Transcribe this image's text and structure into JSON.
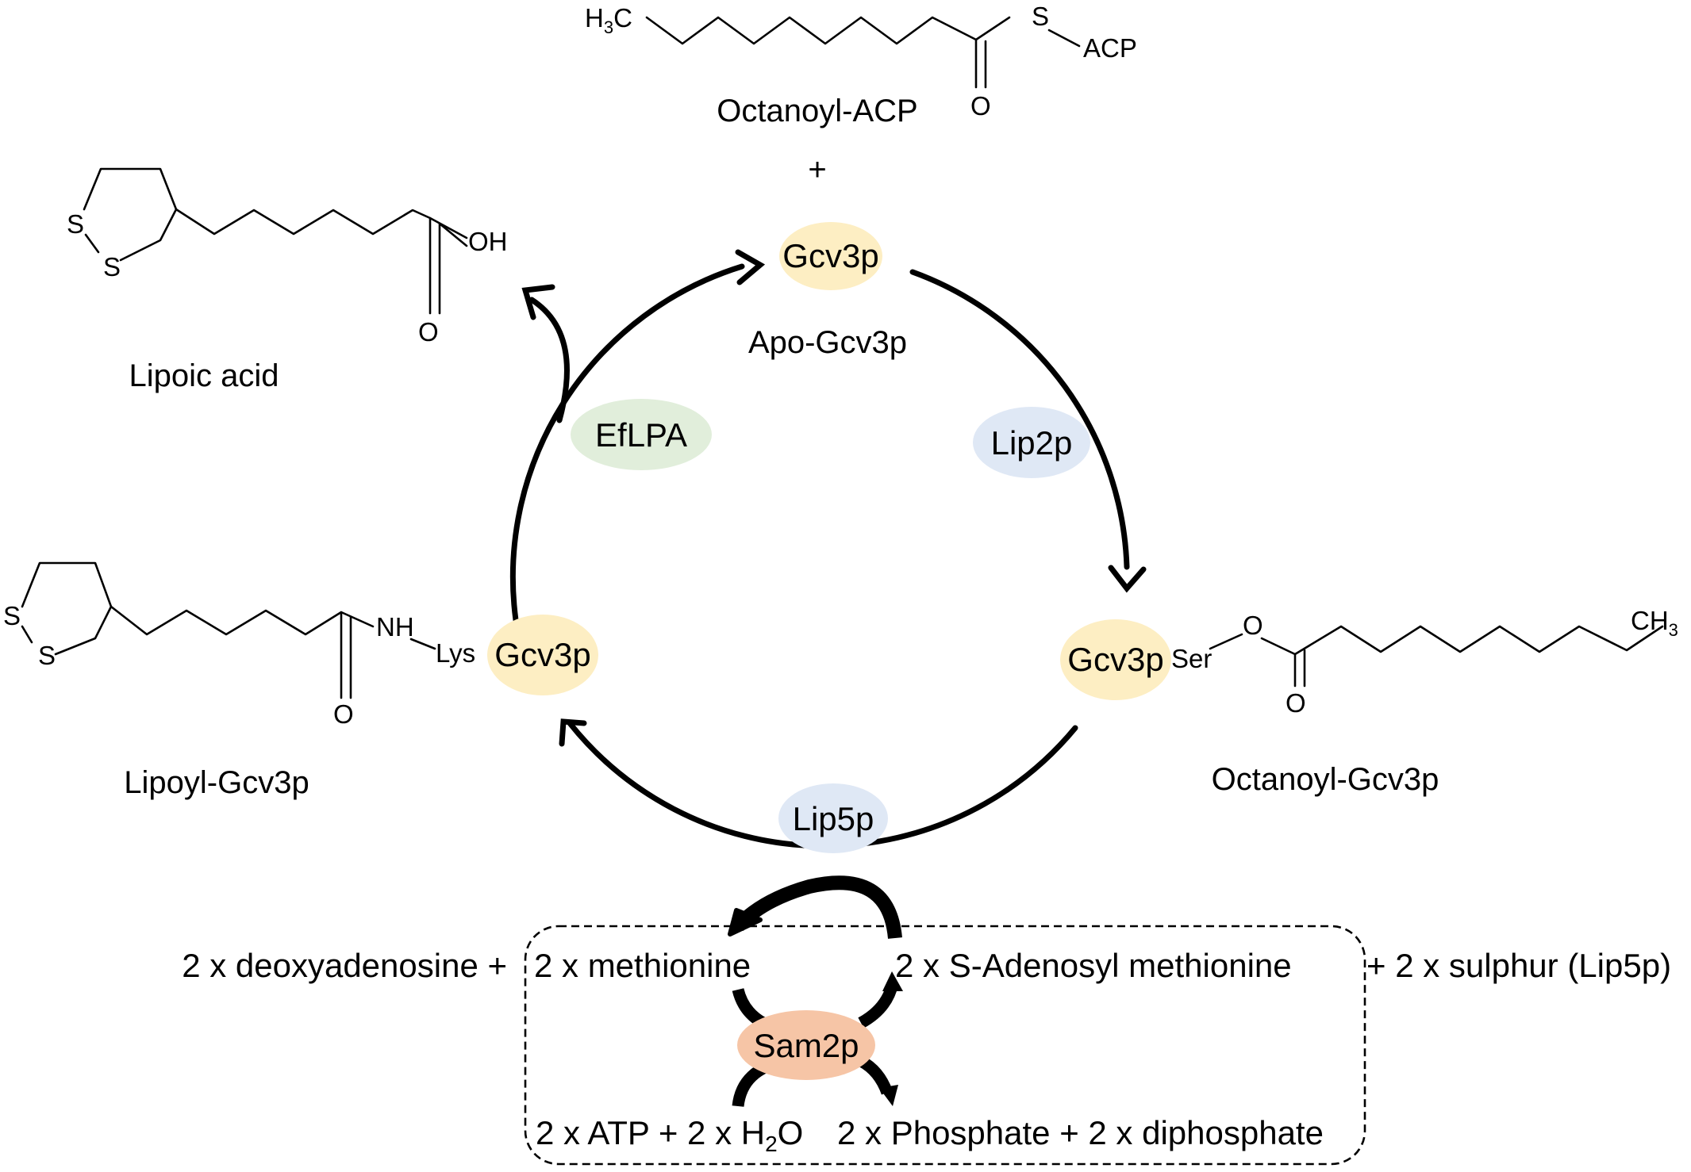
{
  "compounds": {
    "octanoyl_acp": "Octanoyl-ACP",
    "plus_top": "+",
    "apo_gcv3p": "Apo-Gcv3p",
    "lipoic_acid": "Lipoic acid",
    "lipoyl_gcv3p": "Lipoyl-Gcv3p",
    "octanoyl_gcv3p": "Octanoyl-Gcv3p"
  },
  "proteins": {
    "gcv3p_top": "Gcv3p",
    "gcv3p_left": "Gcv3p",
    "gcv3p_right": "Gcv3p",
    "sam2p": "Sam2p"
  },
  "enzymes": {
    "eflpa": "EfLPA",
    "lip2p": "Lip2p",
    "lip5p": "Lip5p"
  },
  "atoms": {
    "h3c_prefix": "H",
    "h3c_sub": "3",
    "h3c_suffix": "C",
    "s_acp": "S",
    "acp": "ACP",
    "o_top": "O",
    "oh": "OH",
    "o_lipoic": "O",
    "s1_lipoic": "S",
    "s2_lipoic": "S",
    "s1_lipoyl": "S",
    "s2_lipoyl": "S",
    "nh": "NH",
    "lys": "Lys",
    "o_lipoyl": "O",
    "ser": "Ser",
    "o_ester": "O",
    "o_carbonyl": "O",
    "ch3_prefix": "CH",
    "ch3_sub": "3"
  },
  "sam_cycle": {
    "deoxyadenosine": "2 x deoxyadenosine +",
    "methionine": "2 x methionine",
    "sam": "2 x S-Adenosyl methionine",
    "sulphur": "+ 2 x sulphur (Lip5p)",
    "atp_prefix": "2 x ATP + 2 x H",
    "atp_sub": "2",
    "atp_suffix": "O",
    "phosphate": "2 x Phosphate + 2 x diphosphate"
  },
  "colors": {
    "gcv3p_fill": "#fdeec3",
    "eflpa_fill": "#e1eedb",
    "lip_fill": "#dfe8f5",
    "sam2p_fill": "#f6c5a6",
    "line": "#000000"
  }
}
